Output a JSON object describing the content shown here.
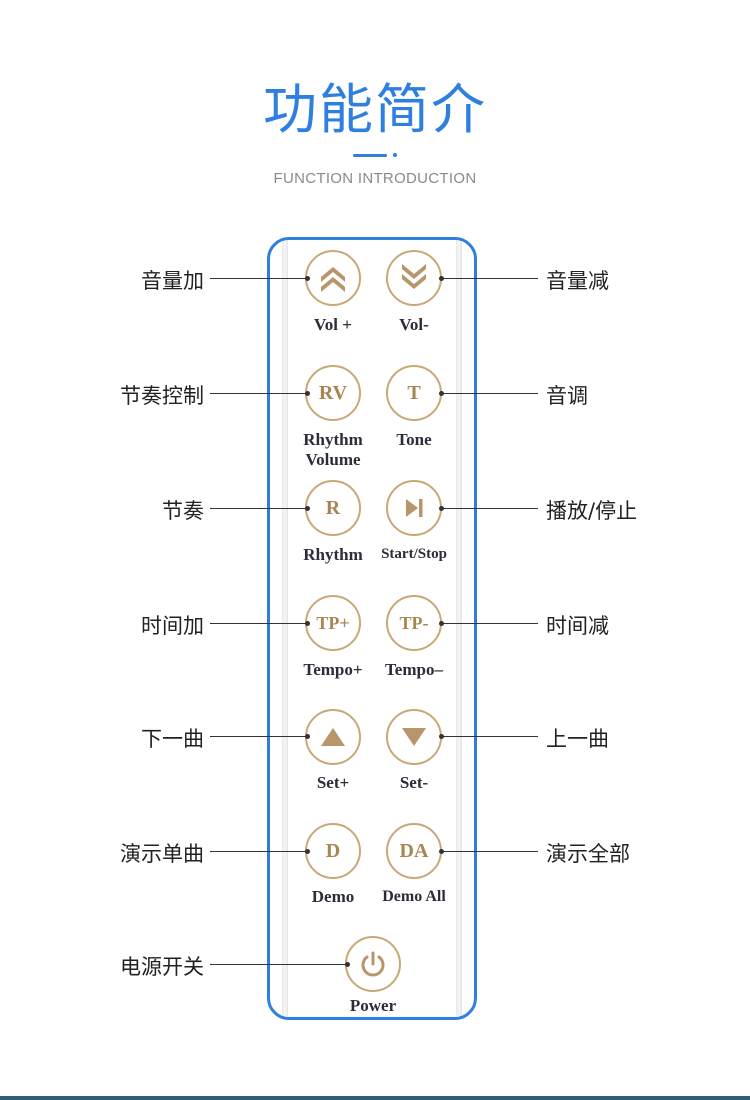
{
  "header": {
    "title": "功能简介",
    "subtitle": "FUNCTION INTRODUCTION"
  },
  "colors": {
    "accent": "#2f7fe0",
    "button_gold": "#c8a875",
    "label_text": "#2d2d3a"
  },
  "buttons": {
    "vol_up": {
      "icon": "double-chevron-up-icon",
      "label": "Vol +"
    },
    "vol_down": {
      "icon": "double-chevron-down-icon",
      "label": "Vol-"
    },
    "rhythm_volume": {
      "glyph": "RV",
      "label_1": "Rhythm",
      "label_2": "Volume"
    },
    "tone": {
      "glyph": "T",
      "label": "Tone"
    },
    "rhythm": {
      "glyph": "R",
      "label": "Rhythm"
    },
    "start_stop": {
      "icon": "play-pause-icon",
      "label": "Start/Stop"
    },
    "tempo_up": {
      "glyph": "TP+",
      "label": "Tempo+"
    },
    "tempo_down": {
      "glyph": "TP-",
      "label": "Tempo–"
    },
    "set_up": {
      "icon": "triangle-up-icon",
      "label": "Set+"
    },
    "set_down": {
      "icon": "triangle-down-icon",
      "label": "Set-"
    },
    "demo": {
      "glyph": "D",
      "label": "Demo"
    },
    "demo_all": {
      "glyph": "DA",
      "label": "Demo All"
    },
    "power": {
      "icon": "power-icon",
      "label": "Power"
    }
  },
  "callouts": {
    "left": [
      "音量加",
      "节奏控制",
      "节奏",
      "时间加",
      "下一曲",
      "演示单曲",
      "电源开关"
    ],
    "right": [
      "音量减",
      "音调",
      "播放/停止",
      "时间减",
      "上一曲",
      "演示全部"
    ]
  }
}
